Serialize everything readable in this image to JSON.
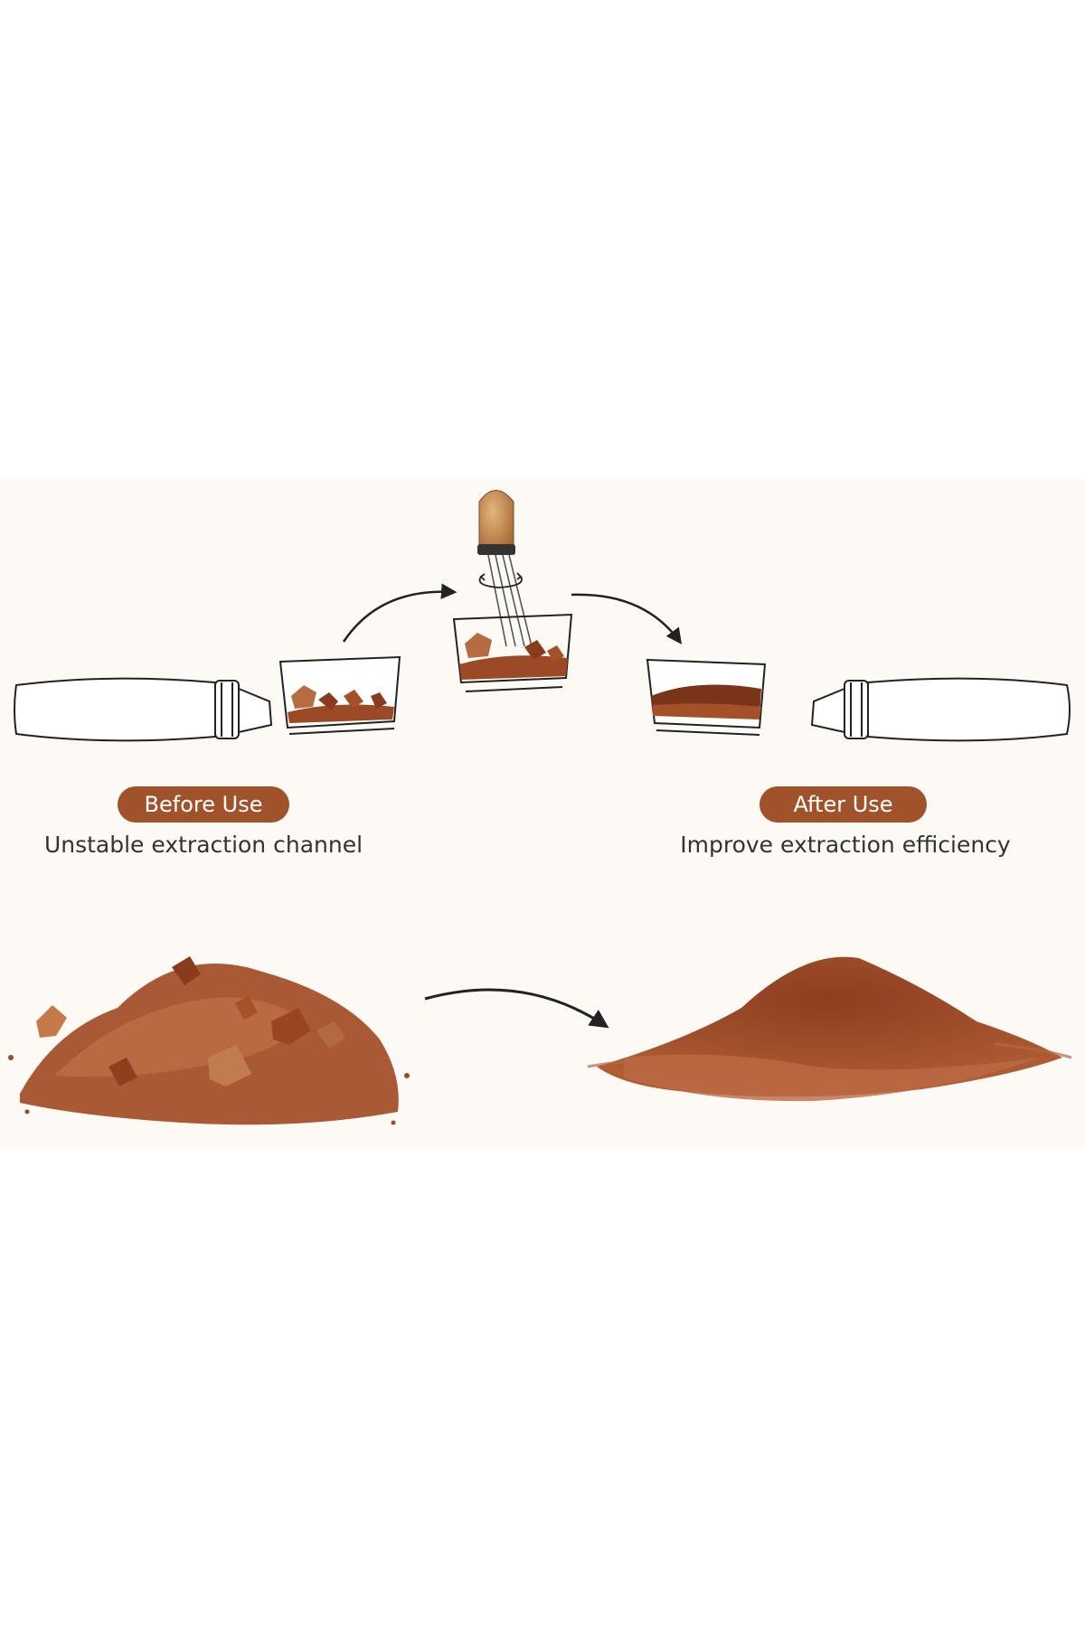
{
  "before": {
    "badge": "Before Use",
    "caption": "Unstable extraction channel"
  },
  "after": {
    "badge": "After Use",
    "caption": "Improve extraction efficiency"
  },
  "colors": {
    "badge_background": "#a0532a",
    "badge_text": "#ffffff",
    "caption_text": "#333333",
    "panel_background": "#fdfaf6",
    "coffee_dark": "#7a3418",
    "coffee_mid": "#9c4a26",
    "coffee_light": "#b56a45",
    "wood_handle": "#c9925a"
  },
  "icons": [
    "portafilter-icon",
    "distribution-tool-icon",
    "rotation-arrows-icon",
    "curved-arrow-icon",
    "coffee-grounds-icon"
  ]
}
